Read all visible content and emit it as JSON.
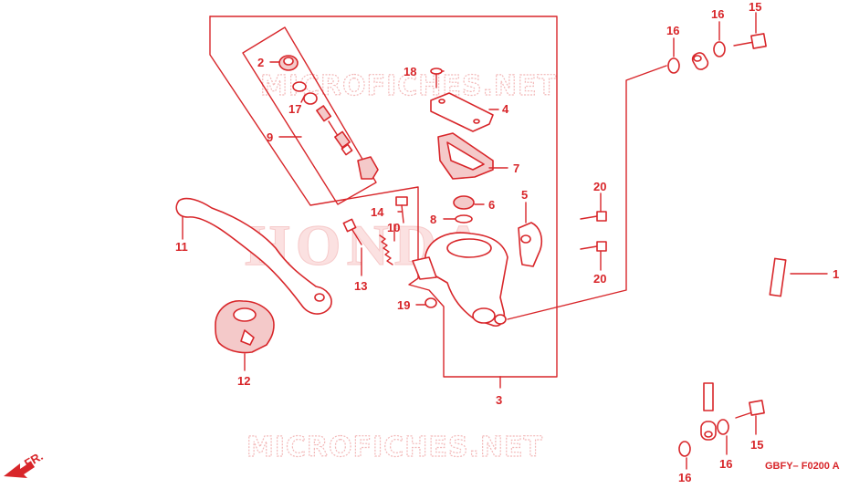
{
  "diagram": {
    "watermark_top": "MICROFICHES.NET",
    "watermark_bottom": "MICROFICHES.NET",
    "watermark_center": "HONDA",
    "direction_label": "FR.",
    "diagram_code": "GBFY– F0200 A",
    "callouts": [
      {
        "id": "c1",
        "label": "1"
      },
      {
        "id": "c2",
        "label": "2"
      },
      {
        "id": "c3",
        "label": "3"
      },
      {
        "id": "c4",
        "label": "4"
      },
      {
        "id": "c5",
        "label": "5"
      },
      {
        "id": "c6",
        "label": "6"
      },
      {
        "id": "c7",
        "label": "7"
      },
      {
        "id": "c8",
        "label": "8"
      },
      {
        "id": "c9",
        "label": "9"
      },
      {
        "id": "c10",
        "label": "10"
      },
      {
        "id": "c11",
        "label": "11"
      },
      {
        "id": "c12",
        "label": "12"
      },
      {
        "id": "c13",
        "label": "13"
      },
      {
        "id": "c14",
        "label": "14"
      },
      {
        "id": "c15a",
        "label": "15"
      },
      {
        "id": "c15b",
        "label": "15"
      },
      {
        "id": "c16a",
        "label": "16"
      },
      {
        "id": "c16b",
        "label": "16"
      },
      {
        "id": "c16c",
        "label": "16"
      },
      {
        "id": "c16d",
        "label": "16"
      },
      {
        "id": "c17",
        "label": "17"
      },
      {
        "id": "c18",
        "label": "18"
      },
      {
        "id": "c19",
        "label": "19"
      },
      {
        "id": "c20a",
        "label": "20"
      },
      {
        "id": "c20b",
        "label": "20"
      }
    ]
  }
}
